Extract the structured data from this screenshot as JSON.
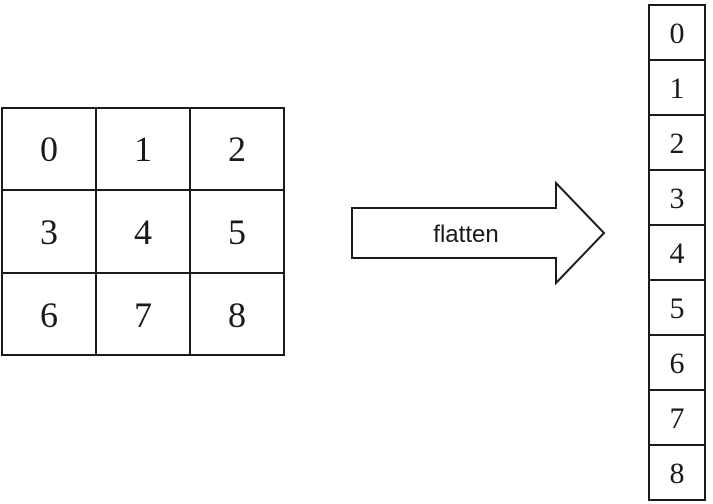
{
  "grid": {
    "rows": 3,
    "cols": 3,
    "cells": [
      "0",
      "1",
      "2",
      "3",
      "4",
      "5",
      "6",
      "7",
      "8"
    ]
  },
  "arrow": {
    "label": "flatten"
  },
  "flattened": {
    "cells": [
      "0",
      "1",
      "2",
      "3",
      "4",
      "5",
      "6",
      "7",
      "8"
    ]
  },
  "colors": {
    "stroke": "#1a1a1a",
    "fill": "#ffffff"
  }
}
